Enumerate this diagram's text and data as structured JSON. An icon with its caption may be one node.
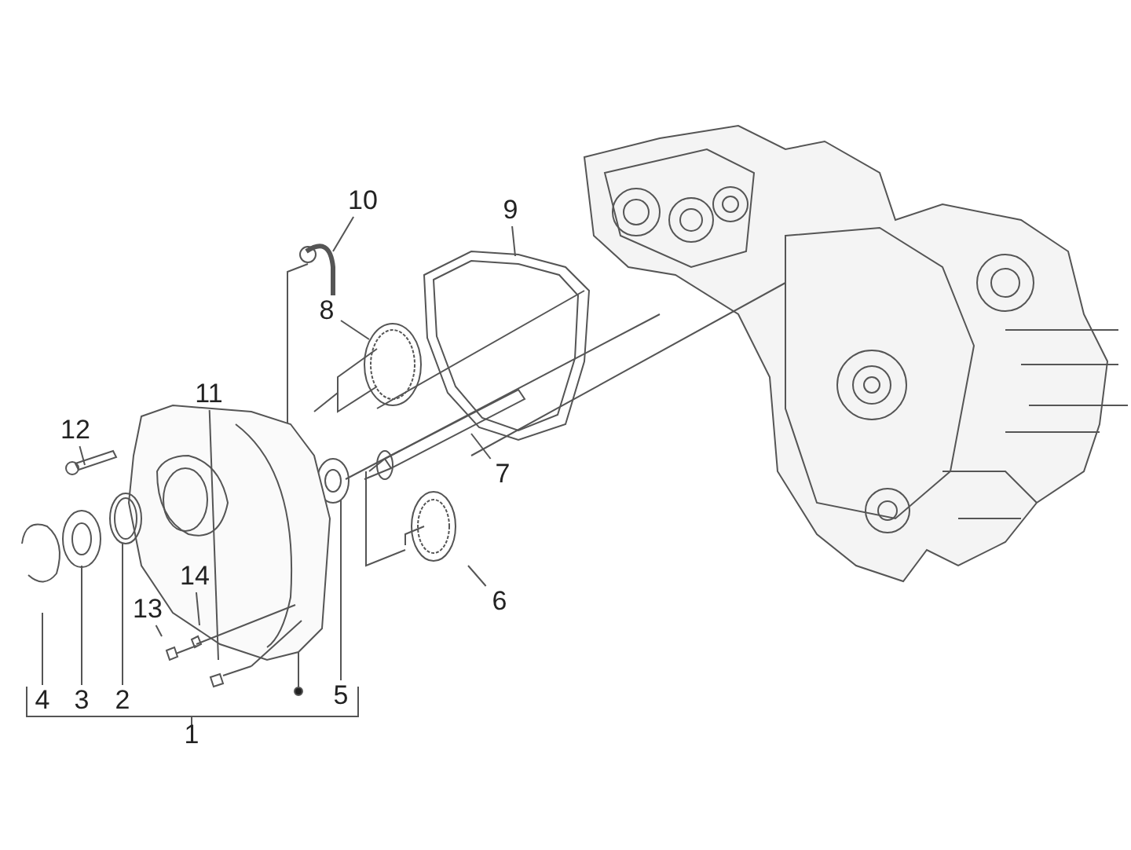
{
  "diagram": {
    "nodes": [
      {
        "text": [
          "10"
        ]
      },
      {
        "text": [
          "9"
        ]
      },
      {
        "text": [
          "8"
        ]
      },
      {
        "text": [
          "11"
        ]
      },
      {
        "text": [
          "12"
        ]
      },
      {
        "text": [
          "7"
        ]
      },
      {
        "text": [
          "14"
        ]
      },
      {
        "text": [
          "13"
        ]
      },
      {
        "text": [
          "6"
        ]
      },
      {
        "text": [
          "4"
        ]
      },
      {
        "text": [
          "3"
        ]
      },
      {
        "text": [
          "2"
        ]
      },
      {
        "text": [
          "5"
        ]
      }
    ],
    "edges": [
      {
        "from": 0,
        "to": null,
        "arrow": "none"
      },
      {
        "from": 1,
        "to": null,
        "arrow": "none"
      },
      {
        "from": 2,
        "to": null,
        "arrow": "none"
      },
      {
        "from": 3,
        "to": null,
        "arrow": "none"
      },
      {
        "from": 4,
        "to": null,
        "arrow": "none"
      },
      {
        "from": 5,
        "to": null,
        "arrow": "none"
      },
      {
        "from": 6,
        "to": null,
        "arrow": "none"
      },
      {
        "from": 7,
        "to": null,
        "arrow": "none"
      },
      {
        "from": 8,
        "to": null,
        "arrow": "none"
      },
      {
        "from": 9,
        "to": null,
        "arrow": "none"
      },
      {
        "from": 10,
        "to": null,
        "arrow": "none"
      },
      {
        "from": 11,
        "to": null,
        "arrow": "none"
      },
      {
        "from": 12,
        "to": null,
        "arrow": "none"
      }
    ],
    "labels": [
      "1"
    ]
  }
}
